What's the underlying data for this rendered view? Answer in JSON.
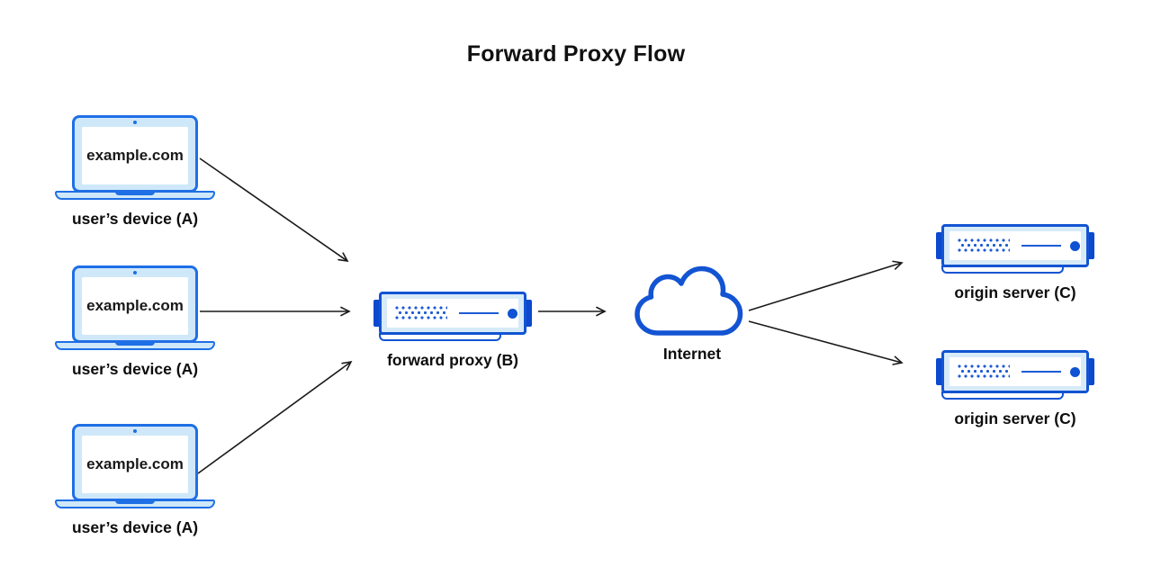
{
  "title": "Forward Proxy Flow",
  "diagram": {
    "devices": [
      {
        "icon": "laptop-icon",
        "screen_text": "example.com",
        "label": "user’s device (A)"
      },
      {
        "icon": "laptop-icon",
        "screen_text": "example.com",
        "label": "user’s device (A)"
      },
      {
        "icon": "laptop-icon",
        "screen_text": "example.com",
        "label": "user’s device (A)"
      }
    ],
    "proxy": {
      "icon": "server-icon",
      "label": "forward proxy (B)"
    },
    "internet": {
      "icon": "cloud-icon",
      "label": "Internet"
    },
    "origin_servers": [
      {
        "icon": "server-icon",
        "label": "origin server (C)"
      },
      {
        "icon": "server-icon",
        "label": "origin server (C)"
      }
    ],
    "colors": {
      "primary_blue": "#1254d2",
      "bright_blue": "#1f6fe5",
      "deep_blue_tab": "#0b49cf",
      "light_blue_fill": "#cfe8f9",
      "panel_fill": "#d7eaf8",
      "arrow_black": "#1a1a1a",
      "text_black": "#111111",
      "background": "#ffffff"
    }
  }
}
